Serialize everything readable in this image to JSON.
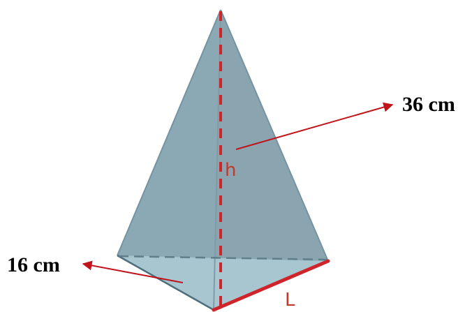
{
  "labels": {
    "height_value": "36 cm",
    "side_value": "16 cm",
    "height_symbol": "h",
    "side_symbol": "L"
  },
  "colors": {
    "face_main": "#8aa7b2",
    "face_front": "#a7c6d0",
    "face_base_shadow": "#b8d2da",
    "edge": "#6f8f9b",
    "height_line": "#d0242b",
    "side_edge": "#d0242b",
    "arrow": "#c0141a",
    "symbol_text": "#c0392b"
  }
}
